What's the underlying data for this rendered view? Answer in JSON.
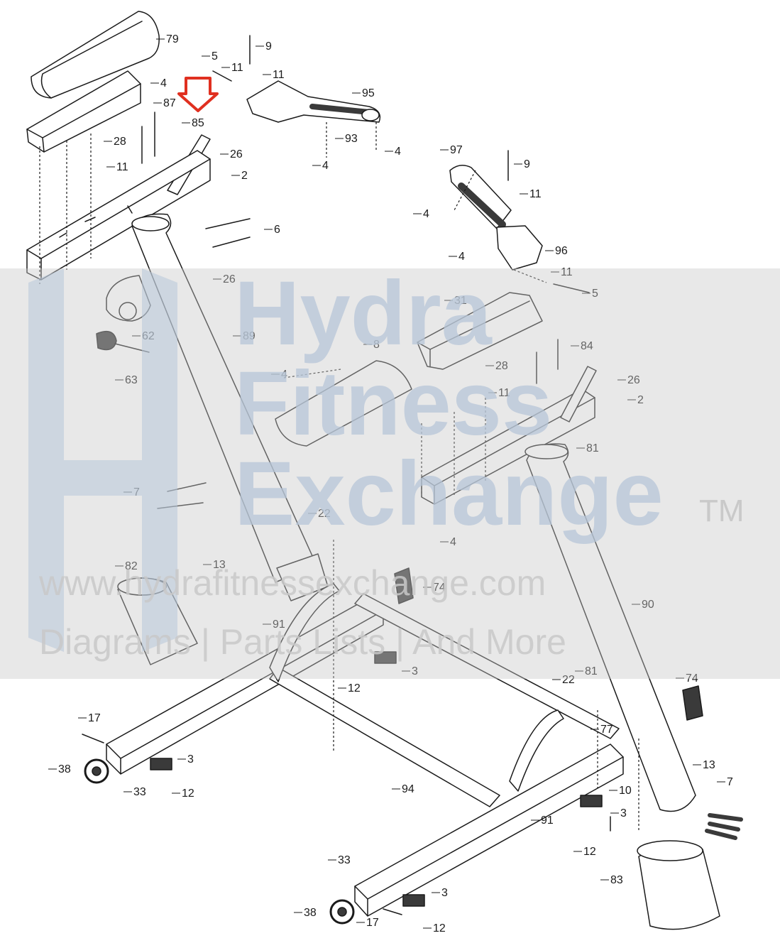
{
  "watermark": {
    "line1": "Hydra",
    "line2": "Fitness",
    "line3": "Exchange",
    "tm": "TM",
    "url": "www.hydrafitnessexchange.com",
    "tagline": "Diagrams | Parts Lists | And More",
    "color": "#b7c6d8",
    "grey": "#c9c9c9"
  },
  "highlight": {
    "label": "85",
    "color": "#e03020"
  },
  "colors": {
    "line": "#1a1a1a",
    "part_fill": "#ffffff",
    "shade": "#3a3a3a"
  },
  "callouts": [
    "79",
    "9",
    "5",
    "11",
    "11",
    "95",
    "4",
    "87",
    "85",
    "93",
    "4",
    "4",
    "28",
    "26",
    "11",
    "2",
    "97",
    "9",
    "11",
    "4",
    "6",
    "96",
    "4",
    "11",
    "5",
    "26",
    "89",
    "62",
    "63",
    "31",
    "8",
    "84",
    "28",
    "26",
    "4",
    "11",
    "2",
    "81",
    "7",
    "22",
    "13",
    "4",
    "82",
    "74",
    "91",
    "90",
    "3",
    "12",
    "22",
    "81",
    "74",
    "17",
    "38",
    "3",
    "33",
    "12",
    "94",
    "77",
    "10",
    "13",
    "7",
    "91",
    "3",
    "12",
    "33",
    "83",
    "3",
    "38",
    "17",
    "12"
  ]
}
